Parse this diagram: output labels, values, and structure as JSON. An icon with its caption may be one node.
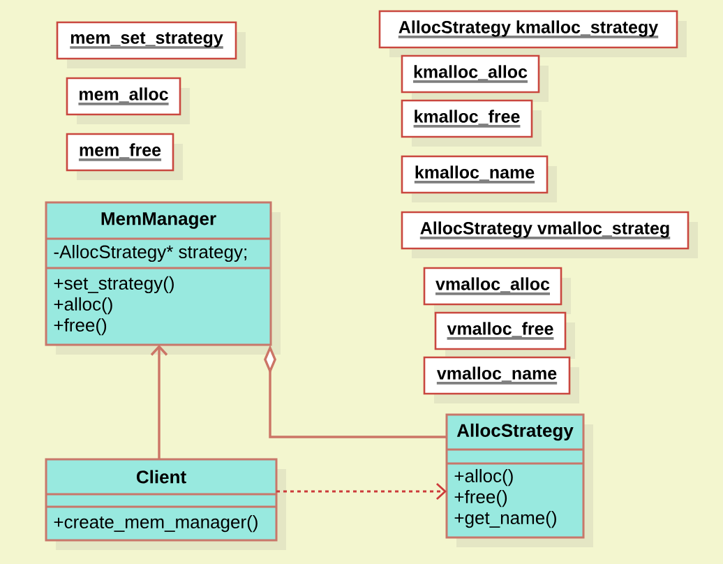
{
  "diagram": {
    "nodes": [
      {
        "text": [
          "mem_set_strategy"
        ]
      },
      {
        "text": [
          "mem_alloc"
        ]
      },
      {
        "text": [
          "mem_free"
        ]
      },
      {
        "text": [
          "AllocStrategy kmalloc_strategy"
        ]
      },
      {
        "text": [
          "kmalloc_alloc"
        ]
      },
      {
        "text": [
          "kmalloc_free"
        ]
      },
      {
        "text": [
          "kmalloc_name"
        ]
      },
      {
        "text": [
          "AllocStrategy vmalloc_strateg"
        ]
      },
      {
        "text": [
          "vmalloc_alloc"
        ]
      },
      {
        "text": [
          "vmalloc_free"
        ]
      },
      {
        "text": [
          "vmalloc_name"
        ]
      },
      {
        "text": [
          "MemManager",
          "-AllocStrategy* strategy;",
          "+set_strategy()",
          "+alloc()",
          "+free()"
        ]
      },
      {
        "text": [
          "Client",
          "+create_mem_manager()"
        ]
      },
      {
        "text": [
          "AllocStrategy",
          "+alloc()",
          "+free()",
          "+get_name()"
        ]
      }
    ],
    "edges": [
      {
        "from": 12,
        "to": 11,
        "arrow": "to"
      },
      {
        "from": 11,
        "to": 13,
        "arrow": "other"
      },
      {
        "from": 12,
        "to": 13,
        "arrow": "to",
        "style": "dashed",
        "color": "#cc3b3b"
      }
    ]
  }
}
